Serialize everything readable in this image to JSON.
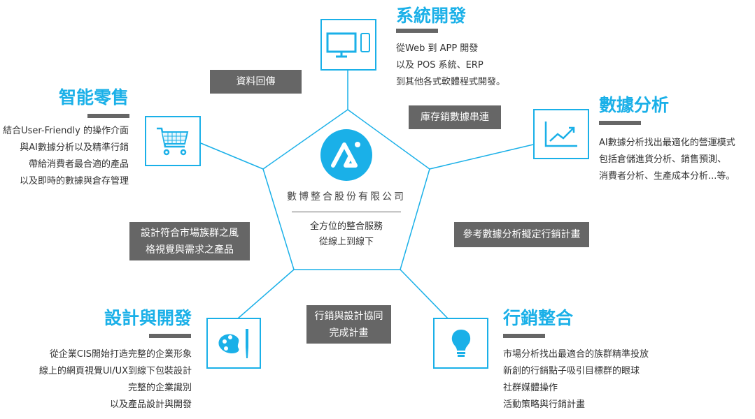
{
  "center": {
    "company": "數博整合股份有限公司",
    "line1": "全方位的整合服務",
    "line2": "從線上到線下"
  },
  "sections": {
    "system": {
      "title": "系統開發",
      "lines": [
        "從Web 到 APP 開發",
        "以及 POS 系統、ERP",
        "到其他各式軟體程式開發。"
      ],
      "icon": "monitor-phone-icon"
    },
    "data": {
      "title": "數據分析",
      "lines": [
        "AI數據分析找出最適化的營運模式",
        "包括倉儲進貨分析、銷售預測、",
        "消費者分析、生產成本分析...等。"
      ],
      "icon": "line-chart-icon"
    },
    "retail": {
      "title": "智能零售",
      "lines": [
        "結合User-Friendly 的操作介面",
        "與AI數據分析以及精準行銷",
        "帶給消費者最合適的產品",
        "以及即時的數據與倉存管理"
      ],
      "icon": "shopping-cart-icon"
    },
    "design": {
      "title": "設計與開發",
      "lines": [
        "從企業CIS開始打造完整的企業形象",
        "線上的網頁視覺UI/UX到線下包裝設計",
        "完整的企業識別",
        "以及產品設計與開發"
      ],
      "icon": "palette-icon"
    },
    "marketing": {
      "title": "行銷整合",
      "lines": [
        "市場分析找出最適合的族群精準投放",
        "新創的行銷點子吸引目標群的眼球",
        "社群媒體操作",
        "活動策略與行銷計畫"
      ],
      "icon": "lightbulb-icon"
    }
  },
  "tags": {
    "t1": "資料回傳",
    "t2": "庫存銷數據串連",
    "t3a": "設計符合市場族群之風",
    "t3b": "格視覺與需求之產品",
    "t4": "參考數據分析擬定行銷計畫",
    "t5a": "行銷與設計協同",
    "t5b": "完成計畫"
  },
  "colors": {
    "accent": "#1ab0e8",
    "tag": "#666666"
  }
}
